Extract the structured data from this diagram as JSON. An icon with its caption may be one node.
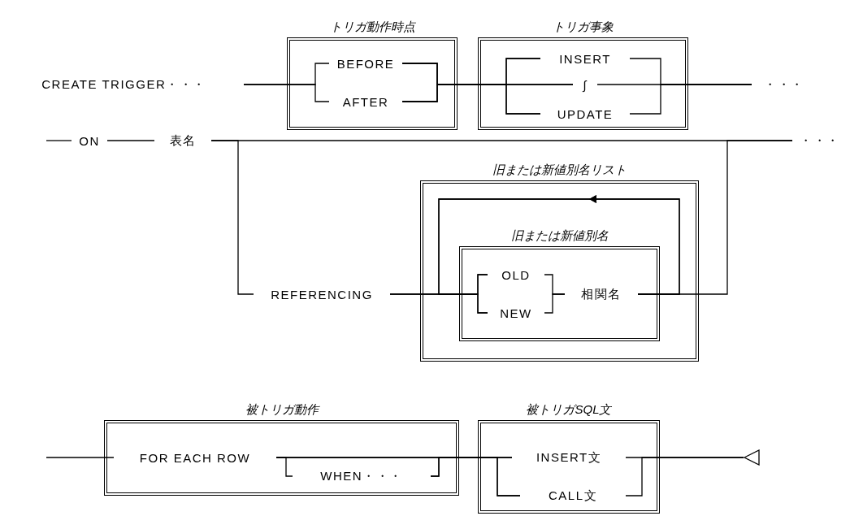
{
  "diagram": {
    "nodes": [
      {
        "text": [
          "CREATE TRIGGER・・・"
        ]
      },
      {
        "text": [
          "トリガ動作時点"
        ]
      },
      {
        "text": [
          "BEFORE"
        ],
        "in": 1
      },
      {
        "text": [
          "AFTER"
        ],
        "in": 1
      },
      {
        "text": [
          "トリガ事象"
        ]
      },
      {
        "text": [
          "INSERT"
        ],
        "in": 4
      },
      {
        "text": [
          "∫"
        ],
        "in": 4
      },
      {
        "text": [
          "UPDATE"
        ],
        "in": 4
      },
      {
        "text": [
          "・・・"
        ]
      },
      {
        "text": [
          "ON"
        ]
      },
      {
        "text": [
          "表名"
        ]
      },
      {
        "text": [
          "・・・"
        ]
      },
      {
        "text": [
          "旧または新値別名リスト"
        ]
      },
      {
        "text": [
          "旧または新値別名"
        ],
        "in": 12
      },
      {
        "text": [
          "OLD"
        ],
        "in": 13
      },
      {
        "text": [
          "NEW"
        ],
        "in": 13
      },
      {
        "text": [
          "相関名"
        ],
        "in": 13
      },
      {
        "text": [
          "REFERENCING"
        ]
      },
      {
        "text": [
          "被トリガ動作"
        ]
      },
      {
        "text": [
          "FOR EACH ROW"
        ],
        "in": 18
      },
      {
        "text": [
          "WHEN・・・"
        ],
        "in": 18
      },
      {
        "text": [
          "被トリガSQL文"
        ]
      },
      {
        "text": [
          "INSERT文"
        ],
        "in": 21
      },
      {
        "text": [
          "CALL文"
        ],
        "in": 21
      },
      {
        "text": [],
        "shape": "triangle"
      }
    ],
    "edges": [
      {
        "from": 0,
        "to": 2,
        "arrow": "none"
      },
      {
        "from": 0,
        "to": 3,
        "arrow": "none"
      },
      {
        "from": 2,
        "to": 5,
        "arrow": "none"
      },
      {
        "from": 2,
        "to": 6,
        "arrow": "none"
      },
      {
        "from": 2,
        "to": 7,
        "arrow": "none"
      },
      {
        "from": 3,
        "to": 5,
        "arrow": "none"
      },
      {
        "from": 3,
        "to": 6,
        "arrow": "none"
      },
      {
        "from": 3,
        "to": 7,
        "arrow": "none"
      },
      {
        "from": 5,
        "to": 8,
        "arrow": "none"
      },
      {
        "from": 6,
        "to": 8,
        "arrow": "none"
      },
      {
        "from": 7,
        "to": 8,
        "arrow": "none"
      },
      {
        "from": null,
        "to": 9,
        "arrow": "none"
      },
      {
        "from": 9,
        "to": 10,
        "arrow": "none"
      },
      {
        "from": 10,
        "to": 11,
        "arrow": "none"
      },
      {
        "from": 10,
        "to": 17,
        "arrow": "none"
      },
      {
        "from": 17,
        "to": 14,
        "arrow": "none"
      },
      {
        "from": 17,
        "to": 15,
        "arrow": "none"
      },
      {
        "from": 14,
        "to": 16,
        "arrow": "none"
      },
      {
        "from": 15,
        "to": 16,
        "arrow": "none"
      },
      {
        "from": 16,
        "to": 11,
        "arrow": "none"
      },
      {
        "from": 16,
        "to": 14,
        "arrow": "to"
      },
      {
        "from": 16,
        "to": 15,
        "arrow": "to"
      },
      {
        "from": null,
        "to": 19,
        "arrow": "none"
      },
      {
        "from": 19,
        "to": 22,
        "arrow": "none"
      },
      {
        "from": 19,
        "to": 23,
        "arrow": "none"
      },
      {
        "from": 19,
        "to": 20,
        "arrow": "none"
      },
      {
        "from": 20,
        "to": 22,
        "arrow": "none"
      },
      {
        "from": 20,
        "to": 23,
        "arrow": "none"
      },
      {
        "from": 22,
        "to": 24,
        "arrow": "none"
      },
      {
        "from": 23,
        "to": 24,
        "arrow": "none"
      }
    ]
  }
}
